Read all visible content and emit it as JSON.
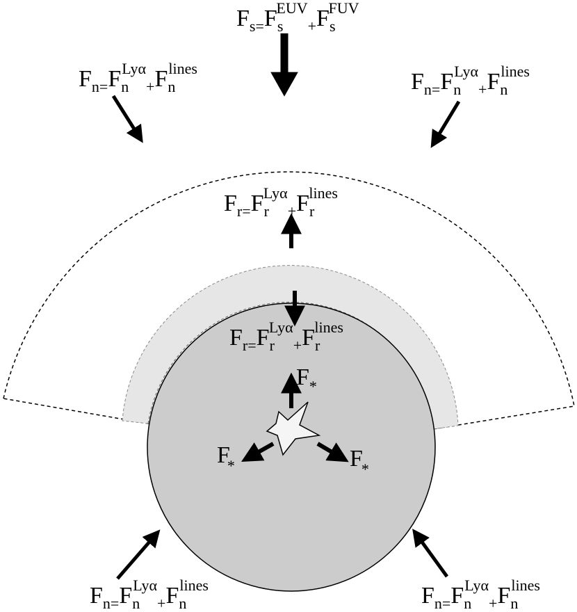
{
  "colors": {
    "outer_region_fill": "#ffffff",
    "shell_fill": "#e6e6e6",
    "sphere_fill": "#cccccc",
    "star_fill": "#f5f5f5",
    "stroke": "#000000"
  },
  "labels": {
    "top": {
      "F": "F",
      "s": "s",
      "eq": "=",
      "euv": "EUV",
      "fuv": "FUV",
      "plus": "+"
    },
    "nlines": {
      "F": "F",
      "n": "n",
      "eq": "=",
      "lya": "Lyα",
      "lines": "lines",
      "plus": "+"
    },
    "rlines": {
      "F": "F",
      "r": "r",
      "eq": "=",
      "lya": "Lyα",
      "lines": "lines",
      "plus": "+"
    },
    "star": {
      "F": "F",
      "star": "*"
    }
  }
}
